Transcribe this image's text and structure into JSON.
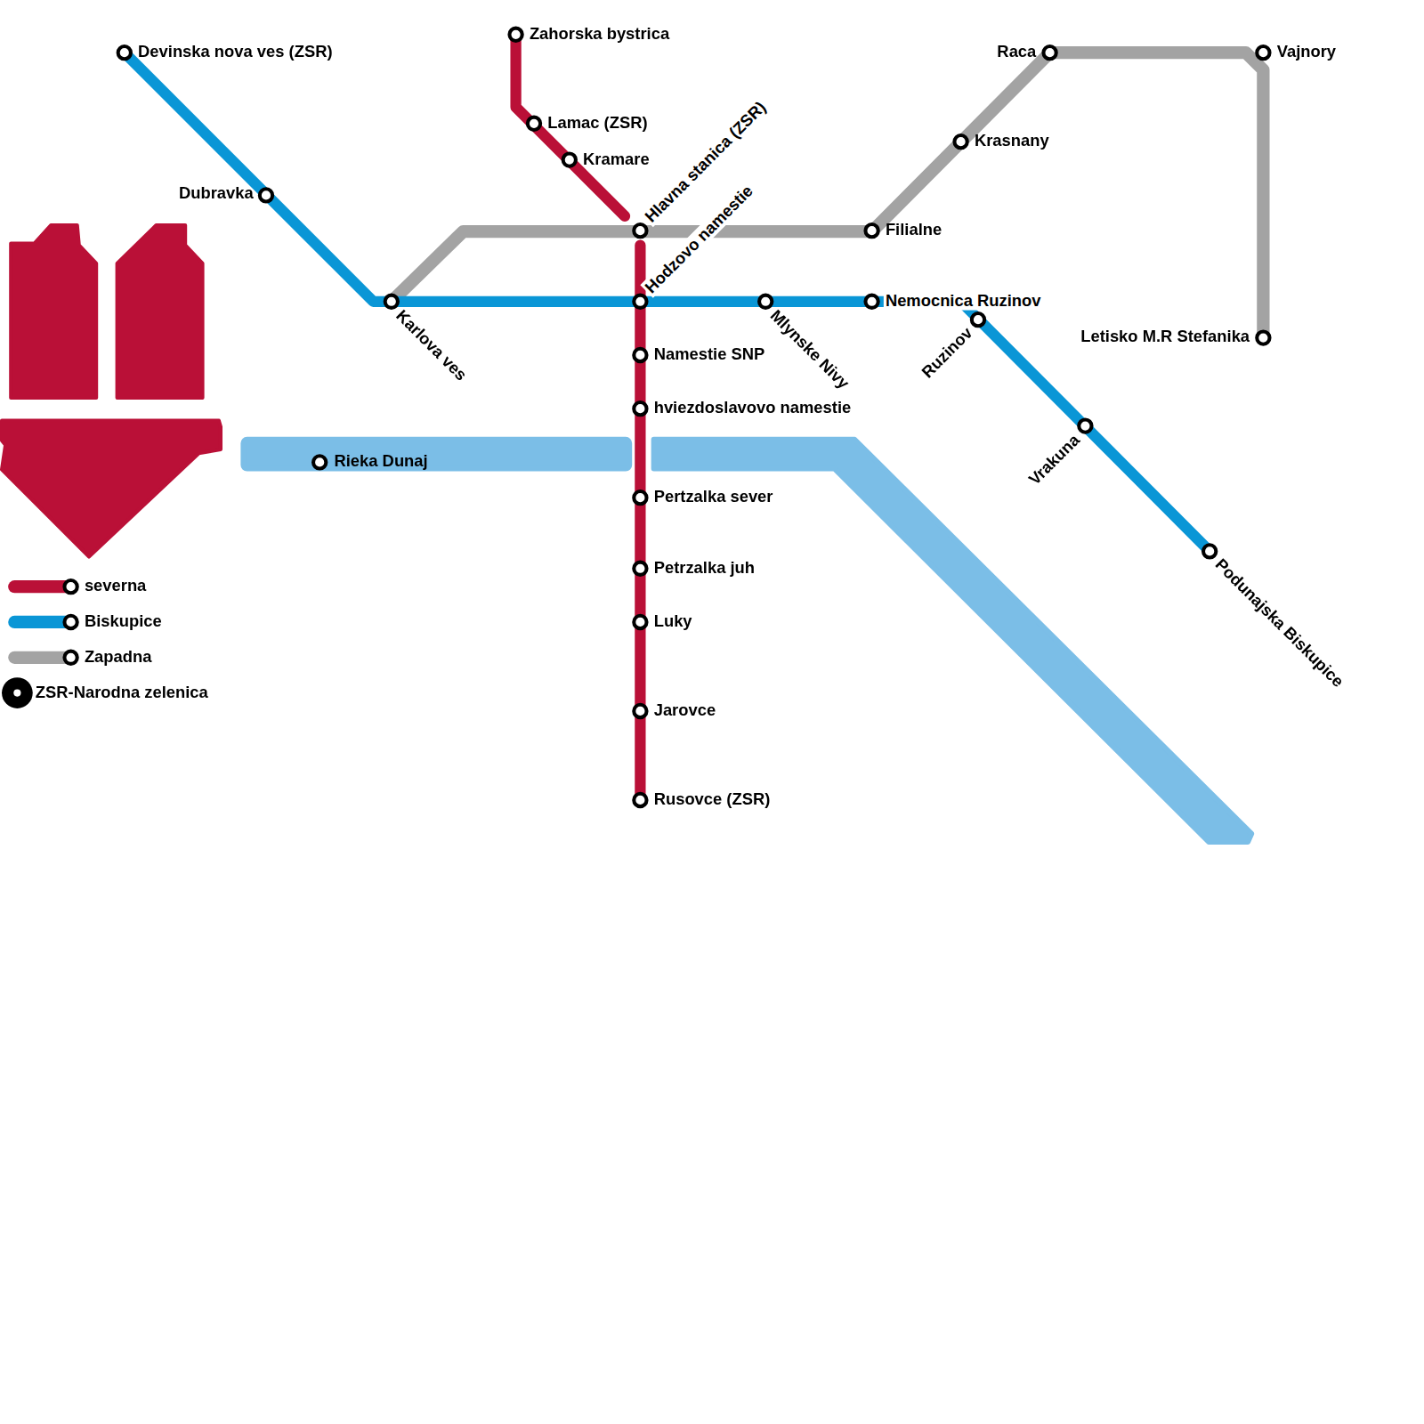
{
  "diagram": {
    "labels": [
      "Devinska nova ves (ZSR)",
      "Dubravka",
      "Zahorska bystrica",
      "Lamac (ZSR)",
      "Kramare",
      "Hlavna stanica (ZSR)",
      "Hodzovo namestie",
      "Karlova ves",
      "Mlynske Nivy",
      "Filialne",
      "Nemocnica Ruzinov",
      "Ruzinov",
      "Raca",
      "Krasnany",
      "Vajnory",
      "Letisko M.R Stefanika",
      "Vrakuna",
      "Podunajska Biskupice",
      "Namestie SNP",
      "hviezdoslavovo namestie",
      "Pertzalka sever",
      "Petrzalka juh",
      "Luky",
      "Jarovce",
      "Rusovce (ZSR)",
      "Rieka Dunaj"
    ],
    "legend": [
      {
        "text": "severna",
        "color": "#BA1037"
      },
      {
        "text": "Biskupice",
        "color": "#0A96D6"
      },
      {
        "text": "Zapadna",
        "color": "#A3A3A3"
      },
      {
        "text": "ZSR-Narodna zelenica"
      }
    ]
  }
}
